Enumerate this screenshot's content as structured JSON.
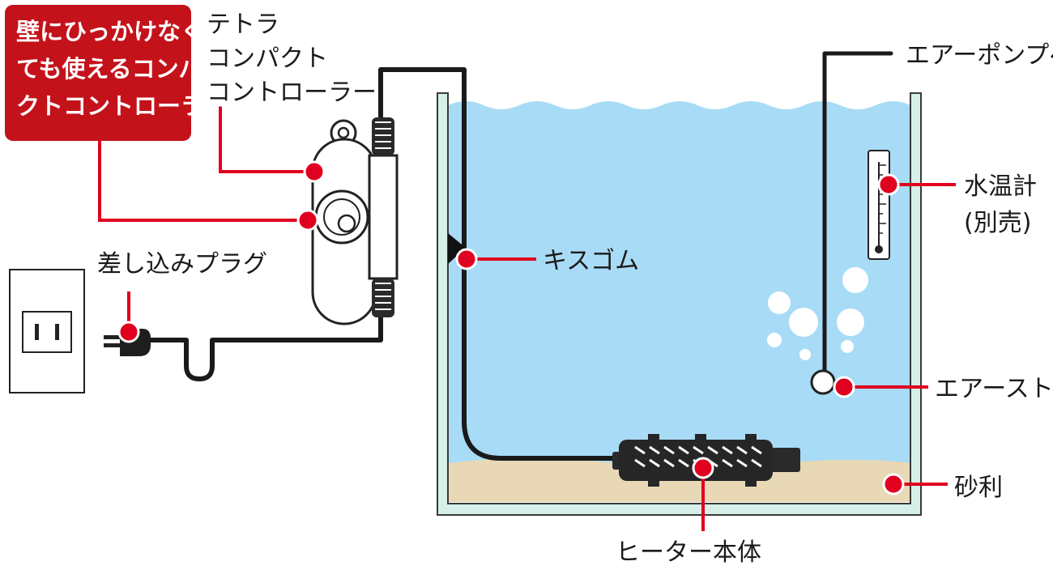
{
  "callout": {
    "lines": [
      "壁にひっかけなく",
      "ても使えるコンパ",
      "クトコントローラー"
    ],
    "bg_color": "#c4121b"
  },
  "labels": {
    "controller": [
      "テトラ",
      "コンパクト",
      "コントローラー"
    ],
    "plug": "差し込みプラグ",
    "suction": "キスゴム",
    "air_pump": "エアーポンプへ",
    "thermometer": [
      "水温計",
      "(別売)"
    ],
    "air_stone": "エアーストーン",
    "gravel": "砂利",
    "heater": "ヒーター本体"
  },
  "colors": {
    "water": "#a8dbf5",
    "tank_wall": "#d7efe9",
    "sand": "#e8d8b5",
    "accent": "#e0001f",
    "cable": "#1a1a1a"
  }
}
